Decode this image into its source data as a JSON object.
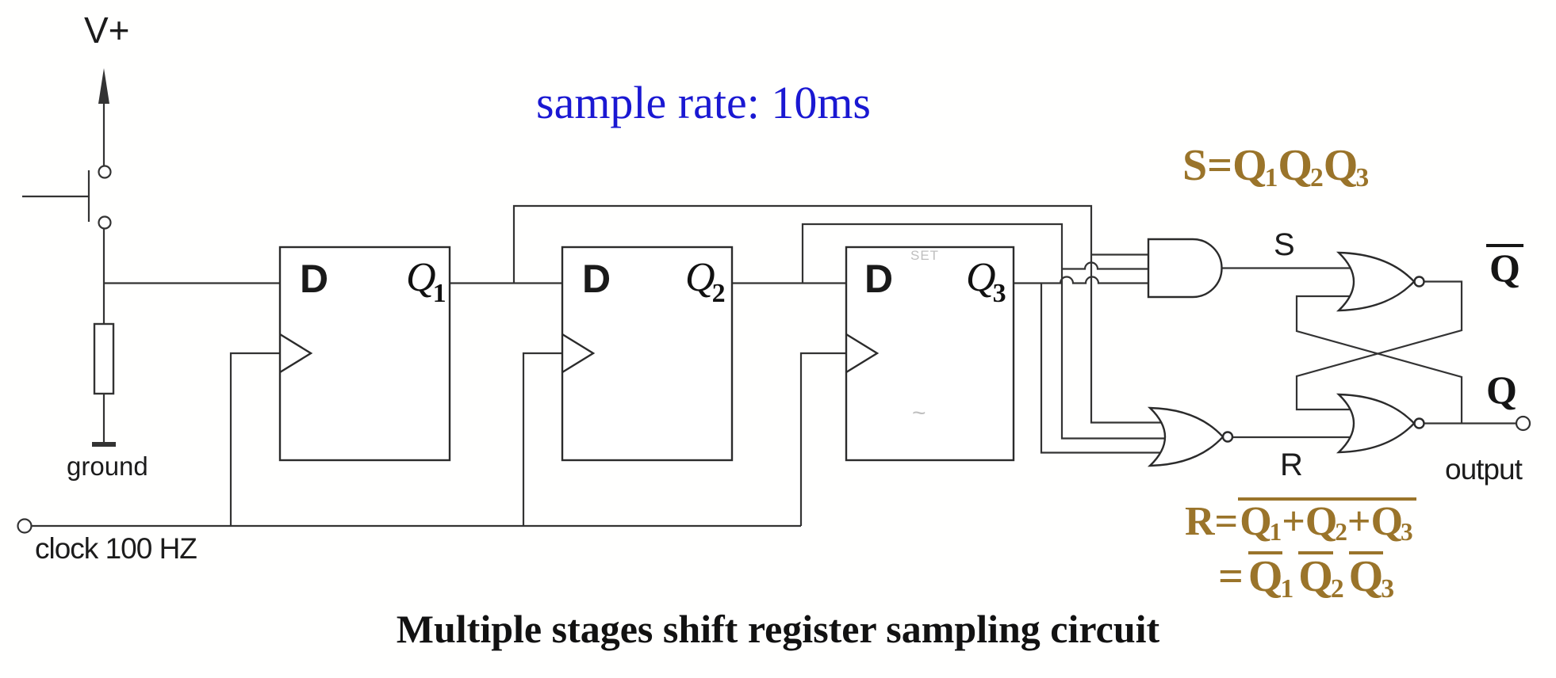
{
  "labels": {
    "v_plus": "V+",
    "ground": "ground",
    "clock": "clock 100 HZ",
    "sample_rate": "sample rate: 10ms",
    "s_wire": "S",
    "r_wire": "R",
    "output": "output",
    "q_bar_out": "Q",
    "q_out": "Q",
    "set_faint": "SET",
    "clr_faint": "~"
  },
  "flipflops": [
    {
      "d": "D",
      "q": "Q",
      "sub": "1"
    },
    {
      "d": "D",
      "q": "Q",
      "sub": "2"
    },
    {
      "d": "D",
      "q": "Q",
      "sub": "3"
    }
  ],
  "formulas": {
    "s": {
      "pre": "S=",
      "q": "Q",
      "s1": "1",
      "s2": "2",
      "s3": "3"
    },
    "r1": {
      "pre": "R=",
      "q": "Q",
      "plus": "+",
      "s1": "1",
      "s2": "2",
      "s3": "3"
    },
    "r2": {
      "eq": "=",
      "q": "Q",
      "s1": "1",
      "s2": "2",
      "s3": "3"
    }
  },
  "title": "Multiple stages shift register sampling circuit",
  "colors": {
    "wire": "#333333",
    "annotation_blue": "#1a18d2",
    "annotation_brown": "#9a742a",
    "ink": "#151515",
    "background": "#ffffff"
  }
}
